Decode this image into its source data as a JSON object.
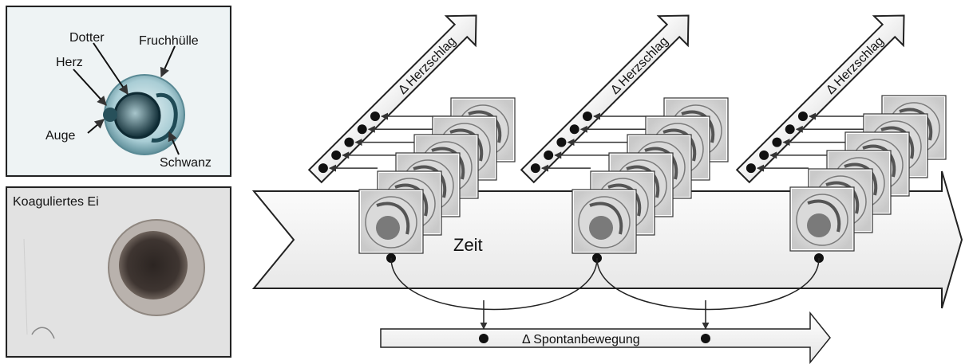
{
  "panel_embryo": {
    "labels": {
      "dotter": "Dotter",
      "fruchthuelle": "Fruchhülle",
      "herz": "Herz",
      "auge": "Auge",
      "schwanz": "Schwanz"
    }
  },
  "panel_coagulated": {
    "title": "Koaguliertes Ei"
  },
  "timeline": {
    "label": "Zeit",
    "stages": [
      {
        "name": "stage-1",
        "heartbeat_label": "Δ Herzschlag",
        "frame_count": 6
      },
      {
        "name": "stage-2",
        "heartbeat_label": "Δ Herzschlag",
        "frame_count": 6
      },
      {
        "name": "stage-3",
        "heartbeat_label": "Δ Herzschlag",
        "frame_count": 6
      }
    ]
  },
  "movement": {
    "label": "Δ Spontanbewegung"
  },
  "colors": {
    "arrow_fill": "#f2f2f2",
    "arrow_stroke": "#222222",
    "egg_fill": "#9cc3cc",
    "coag_dark": "#3a302b",
    "photo_bg": "#e6e6e6"
  }
}
